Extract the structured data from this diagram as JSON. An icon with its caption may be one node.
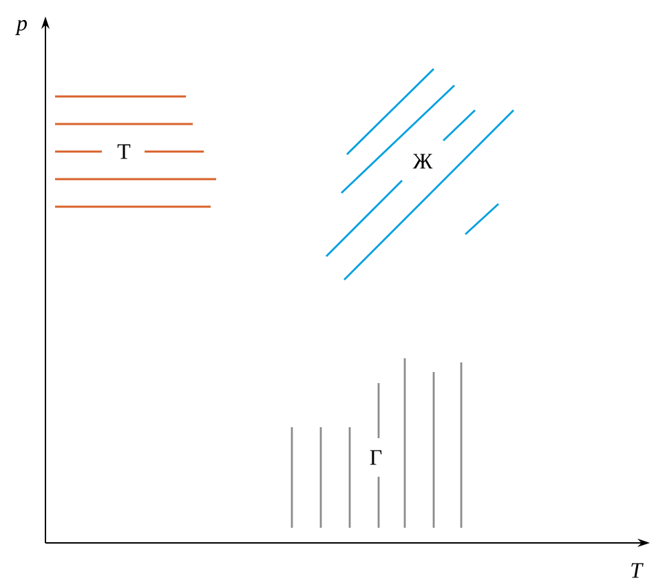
{
  "diagram": {
    "labels": [
      "p",
      "Т",
      "Ж",
      "Г",
      "T"
    ]
  }
}
